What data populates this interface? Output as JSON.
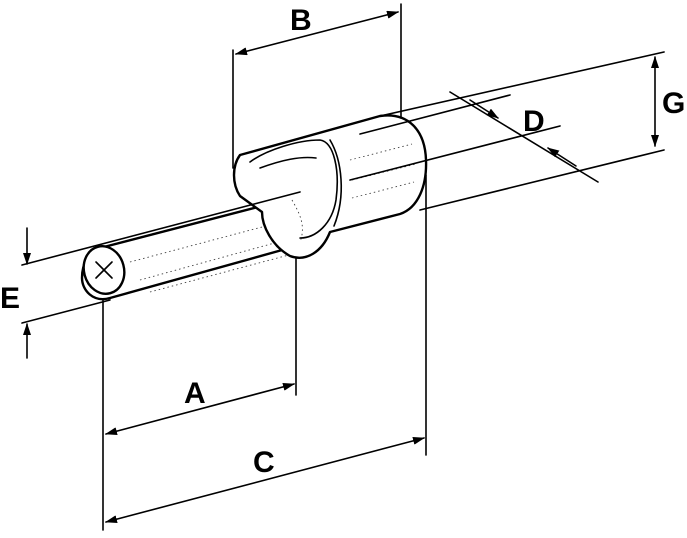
{
  "labels": {
    "a": "A",
    "b": "B",
    "c": "C",
    "d": "D",
    "e": "E",
    "g": "G"
  }
}
